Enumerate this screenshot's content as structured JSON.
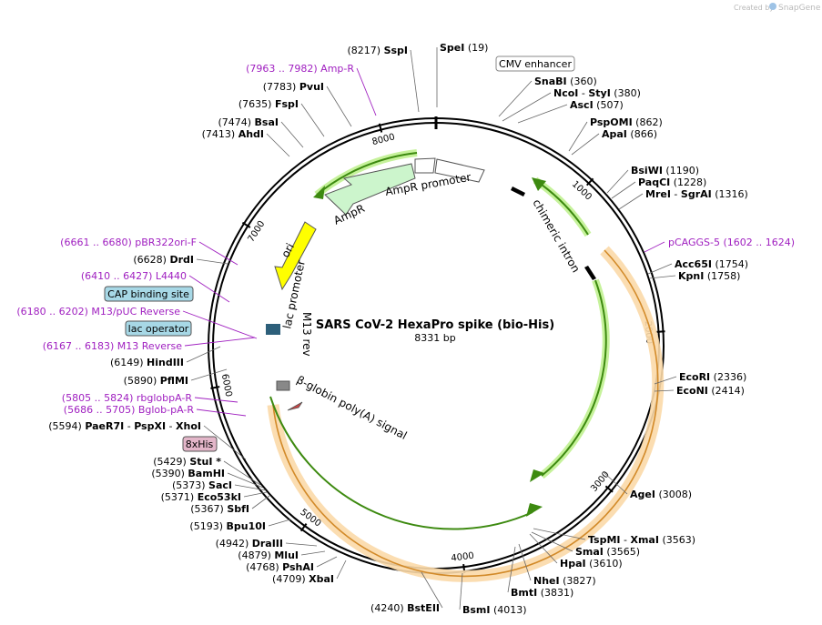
{
  "credit": {
    "prefix": "Created by",
    "brand": "SnapGene"
  },
  "plasmid": {
    "name": "SARS CoV-2 HexaPro spike (bio-His)",
    "size": "8331 bp",
    "length": 8331
  },
  "ruler": [
    "1000",
    "2000",
    "3000",
    "4000",
    "5000",
    "6000",
    "7000",
    "8000"
  ],
  "sites": [
    {
      "id": "spei",
      "name": "SpeI",
      "pos": "(19)"
    },
    {
      "id": "snabi",
      "name": "SnaBI",
      "pos": "(360)"
    },
    {
      "id": "ncoi-styi",
      "name": "NcoI",
      "sep": "-",
      "name2": "StyI",
      "pos": "(380)"
    },
    {
      "id": "asci",
      "name": "AscI",
      "pos": "(507)"
    },
    {
      "id": "pspomi",
      "name": "PspOMI",
      "pos": "(862)"
    },
    {
      "id": "apai",
      "name": "ApaI",
      "pos": "(866)"
    },
    {
      "id": "bsiwi",
      "name": "BsiWI",
      "pos": "(1190)"
    },
    {
      "id": "paqci",
      "name": "PaqCI",
      "pos": "(1228)"
    },
    {
      "id": "mrei-sgrai",
      "name": "MreI",
      "sep": "-",
      "name2": "SgrAI",
      "pos": "(1316)"
    },
    {
      "id": "acc65i",
      "name": "Acc65I",
      "pos": "(1754)"
    },
    {
      "id": "kpni",
      "name": "KpnI",
      "pos": "(1758)"
    },
    {
      "id": "ecori",
      "name": "EcoRI",
      "pos": "(2336)"
    },
    {
      "id": "econi",
      "name": "EcoNI",
      "pos": "(2414)"
    },
    {
      "id": "agei",
      "name": "AgeI",
      "pos": "(3008)"
    },
    {
      "id": "tspmi-xmai",
      "name": "TspMI",
      "sep": "-",
      "name2": "XmaI",
      "pos": "(3563)"
    },
    {
      "id": "smai",
      "name": "SmaI",
      "pos": "(3565)"
    },
    {
      "id": "hpai",
      "name": "HpaI",
      "pos": "(3610)"
    },
    {
      "id": "nhei",
      "name": "NheI",
      "pos": "(3827)"
    },
    {
      "id": "bmti",
      "name": "BmtI",
      "pos": "(3831)"
    },
    {
      "id": "bsmi",
      "name": "BsmI",
      "pos": "(4013)"
    },
    {
      "id": "bsteii",
      "name": "BstEII",
      "pos": "(4240)"
    },
    {
      "id": "xbai",
      "name": "XbaI",
      "pos": "(4709)"
    },
    {
      "id": "pshai",
      "name": "PshAI",
      "pos": "(4768)"
    },
    {
      "id": "mlui",
      "name": "MluI",
      "pos": "(4879)"
    },
    {
      "id": "draiii",
      "name": "DraIII",
      "pos": "(4942)"
    },
    {
      "id": "bpu10i",
      "name": "Bpu10I",
      "pos": "(5193)"
    },
    {
      "id": "sbfi",
      "name": "SbfI",
      "pos": "(5367)"
    },
    {
      "id": "eco53ki",
      "name": "Eco53kI",
      "pos": "(5371)"
    },
    {
      "id": "saci",
      "name": "SacI",
      "pos": "(5373)"
    },
    {
      "id": "bamhi",
      "name": "BamHI",
      "pos": "(5390)"
    },
    {
      "id": "stui",
      "name": "StuI *",
      "pos": "(5429)"
    },
    {
      "id": "paer7i",
      "name": "PaeR7I",
      "sep": "-",
      "name2": "PspXI",
      "sep2": "-",
      "name3": "XhoI",
      "pos": "(5594)"
    },
    {
      "id": "pflmi",
      "name": "PflMI",
      "pos": "(5890)"
    },
    {
      "id": "hindiii",
      "name": "HindIII",
      "pos": "(6149)"
    },
    {
      "id": "drdi",
      "name": "DrdI",
      "pos": "(6628)"
    },
    {
      "id": "ahdi",
      "name": "AhdI",
      "pos": "(7413)"
    },
    {
      "id": "bsai",
      "name": "BsaI",
      "pos": "(7474)"
    },
    {
      "id": "fspi",
      "name": "FspI",
      "pos": "(7635)"
    },
    {
      "id": "pvui",
      "name": "PvuI",
      "pos": "(7783)"
    },
    {
      "id": "sspi",
      "name": "SspI",
      "pos": "(8217)"
    }
  ],
  "primers": [
    {
      "id": "pcaggs5",
      "name": "pCAGGS-5",
      "range": "(1602 .. 1624)"
    },
    {
      "id": "ampr-primer",
      "range": "(7963 .. 7982)",
      "name": "Amp-R"
    },
    {
      "id": "pbr322ori",
      "range": "(6661 .. 6680)",
      "name": "pBR322ori-F"
    },
    {
      "id": "l4440",
      "range": "(6410 .. 6427)",
      "name": "L4440"
    },
    {
      "id": "m13puc",
      "range": "(6180 .. 6202)",
      "name": "M13/pUC Reverse"
    },
    {
      "id": "m13rev",
      "range": "(6167 .. 6183)",
      "name": "M13 Reverse"
    },
    {
      "id": "rbglobpa",
      "range": "(5805 .. 5824)",
      "name": "rbglobpA-R"
    },
    {
      "id": "bglobpa",
      "range": "(5686 .. 5705)",
      "name": "Bglob-pA-R"
    }
  ],
  "boxes": {
    "cmv": "CMV enhancer",
    "cap": "CAP binding site",
    "lacop": "lac operator",
    "his": "8xHis"
  },
  "features": {
    "ampr_promoter": "AmpR promoter",
    "ampr": "AmpR",
    "ori": "ori",
    "lac_promoter": "lac promoter",
    "m13rev": "M13 rev",
    "chimeric_intron": "chimeric intron",
    "bglobin": "β-globin poly(A) signal"
  },
  "colors": {
    "primer": "#a020c0",
    "ampr_fill": "#ccf5cc",
    "ori_fill": "#ffff00",
    "spike_track": "#fbd9a8",
    "spike_line": "#d28a29",
    "green_arc": "#3d8a10",
    "cap_fill": "#a7d8e6",
    "his_fill": "#e3b6c9"
  }
}
